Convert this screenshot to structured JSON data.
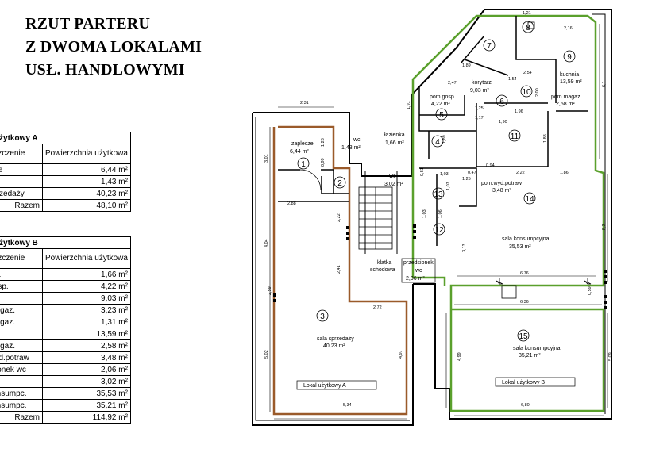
{
  "title": {
    "line1": "RZUT PARTERU",
    "line2": "Z DWOMA LOKALAMI",
    "line3": "USŁ. HANDLOWYMI"
  },
  "tableA": {
    "heading": "Lokal użytkowy A",
    "col1": "Pomieszczenie",
    "col2": "Powierzchnia użytkowa",
    "rows": [
      {
        "name": "zaplecze",
        "area": "6,44 m²"
      },
      {
        "name": "wc",
        "area": "1,43 m²"
      },
      {
        "name": "sala sprzedaży",
        "area": "40,23 m²"
      }
    ],
    "total_label": "Razem",
    "total": "48,10 m²"
  },
  "tableB": {
    "heading": "Lokal użytkowy B",
    "col1": "Pomieszczenie",
    "col2": "Powierzchnia użytkowa",
    "rows": [
      {
        "name": "łazienka",
        "area": "1,66 m²"
      },
      {
        "name": "pom.gosp.",
        "area": "4,22 m²"
      },
      {
        "name": "korytarz",
        "area": "9,03 m²"
      },
      {
        "name": "pom.magaz.",
        "area": "3,23 m²"
      },
      {
        "name": "pom.magaz.",
        "area": "1,31 m²"
      },
      {
        "name": "kuchnia",
        "area": "13,59 m²"
      },
      {
        "name": "pom.magaz.",
        "area": "2,58 m²"
      },
      {
        "name": "pom.wyd.potraw",
        "area": "3,48 m²"
      },
      {
        "name": "przedsionek wc",
        "area": "2,06 m²"
      },
      {
        "name": "wc",
        "area": "3,02 m²"
      },
      {
        "name": "sala konsumpc.",
        "area": "35,53 m²"
      },
      {
        "name": "sala konsumpc.",
        "area": "35,21 m²"
      }
    ],
    "total_label": "Razem",
    "total": "114,92 m²"
  },
  "plan": {
    "colors": {
      "lokalA": "#9a5a2a",
      "lokalB": "#5aa02c",
      "wall": "#000000"
    },
    "labels": {
      "zaplecze": "zaplecze",
      "zaplecze_area": "6,44 m²",
      "wcA": "wc",
      "wcA_area": "1,43 m²",
      "salaA": "sala sprzedaży",
      "salaA_area": "40,23 m²",
      "lokalA": "Lokal użytkowy A",
      "lazienka": "łazienka",
      "lazienka_area": "1,66 m²",
      "wcB": "wc",
      "wcB_area": "3,02 m²",
      "klatka1": "klatka",
      "klatka2": "schodowa",
      "przedsionek1": "przedsionek",
      "przedsionek2": "wc",
      "przedsionek_area": "2,06 m²",
      "pomgosp": "pom.gosp.",
      "pomgosp_area": "4,22 m²",
      "korytarz": "korytarz",
      "korytarz_area": "9,03 m²",
      "kuchnia": "kuchnia",
      "kuchnia_area": "13,59 m²",
      "pommagaz": "pom.magaz.",
      "pommagaz_area": "2,58 m²",
      "pomwyd": "pom.wyd.potraw",
      "pomwyd_area": "3,48 m²",
      "sala14": "sala konsumpcyjna",
      "sala14_area": "35,53 m²",
      "sala15": "sala konsumpcyjna",
      "sala15_area": "35,21 m²",
      "lokalB": "Lokal użytkowy B"
    },
    "room_numbers": [
      "1",
      "2",
      "3",
      "4",
      "5",
      "6",
      "7",
      "8",
      "9",
      "10",
      "11",
      "12",
      "13",
      "14",
      "15"
    ],
    "dims": [
      "2,31",
      "3,01",
      "2,88",
      "4,04",
      "2,22",
      "2,41",
      "2,59",
      "2,72",
      "5,02",
      "4,97",
      "5,34",
      "1,28",
      "0,99",
      "2,16",
      "1,21",
      "6,1",
      "1,91",
      "1,03",
      "1,25",
      "1,17",
      "1,90",
      "1,96",
      "0,94",
      "1,25",
      "2,00",
      "1,88",
      "0,47",
      "2,22",
      "1,86",
      "1,07",
      "0,81",
      "1,03",
      "1,06",
      "3,13",
      "5,3",
      "6,76",
      "6,36",
      "0,59",
      "4,99",
      "5,09",
      "6,80",
      "2,47",
      "1,89",
      "1,54",
      "2,54",
      "1,89"
    ]
  }
}
